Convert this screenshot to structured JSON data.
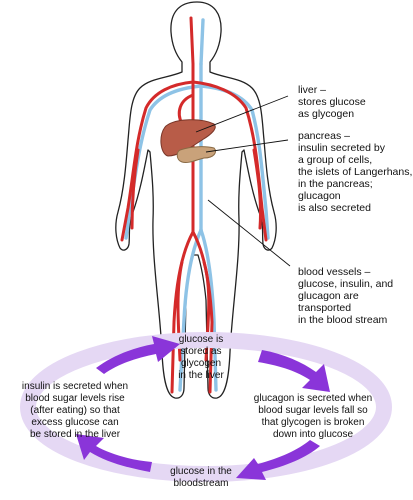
{
  "callouts": {
    "liver": "liver –\nstores glucose\nas glycogen",
    "pancreas": "pancreas –\ninsulin secreted by\na group of cells,\nthe islets of Langerhans,\nin the pancreas; glucagon\nis also secreted",
    "vessels": "blood vessels –\nglucose, insulin, and\nglucagon are transported\nin the blood stream"
  },
  "cycle": {
    "top": "glucose is\nstored as\nglycogen\nin the liver",
    "right": "glucagon is secreted when\nblood sugar levels fall so\nthat glycogen is broken\ndown into glucose",
    "bottom": "glucose in the\nbloodstream",
    "left": "insulin is secreted when\nblood sugar levels rise\n(after eating) so that\nexcess glucose can\nbe stored in the liver"
  },
  "colors": {
    "artery": "#d42a2a",
    "vein": "#8ec3e6",
    "organ": "#b85c48",
    "pancreas": "#c9a27a",
    "cycle_ring": "#e5d8f4",
    "cycle_arrow": "#8a35d9"
  }
}
